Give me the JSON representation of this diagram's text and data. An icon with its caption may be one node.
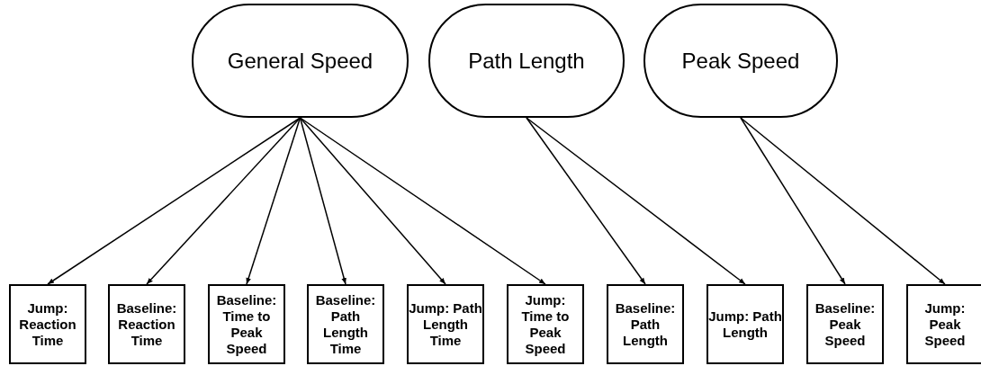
{
  "diagram": {
    "nodes": [
      {
        "text": [
          "General Speed"
        ]
      },
      {
        "text": [
          "Path Length"
        ]
      },
      {
        "text": [
          "Peak Speed"
        ]
      },
      {
        "text": [
          "Jump: Reaction Time"
        ]
      },
      {
        "text": [
          "Baseline: Reaction Time"
        ]
      },
      {
        "text": [
          "Baseline: Time to Peak Speed"
        ]
      },
      {
        "text": [
          "Baseline: Path Length Time"
        ]
      },
      {
        "text": [
          "Jump: Path Length Time"
        ]
      },
      {
        "text": [
          "Jump: Time to Peak Speed"
        ]
      },
      {
        "text": [
          "Baseline: Path Length"
        ]
      },
      {
        "text": [
          "Jump: Path Length"
        ]
      },
      {
        "text": [
          "Baseline: Peak Speed"
        ]
      },
      {
        "text": [
          "Jump: Peak Speed"
        ]
      }
    ],
    "edges": [
      {
        "from": 0,
        "to": 3,
        "arrow": "to"
      },
      {
        "from": 0,
        "to": 4,
        "arrow": "to"
      },
      {
        "from": 0,
        "to": 5,
        "arrow": "to"
      },
      {
        "from": 0,
        "to": 6,
        "arrow": "to"
      },
      {
        "from": 0,
        "to": 7,
        "arrow": "to"
      },
      {
        "from": 0,
        "to": 8,
        "arrow": "to"
      },
      {
        "from": 1,
        "to": 9,
        "arrow": "to"
      },
      {
        "from": 1,
        "to": 10,
        "arrow": "to"
      },
      {
        "from": 2,
        "to": 11,
        "arrow": "to"
      },
      {
        "from": 2,
        "to": 12,
        "arrow": "to"
      }
    ]
  }
}
